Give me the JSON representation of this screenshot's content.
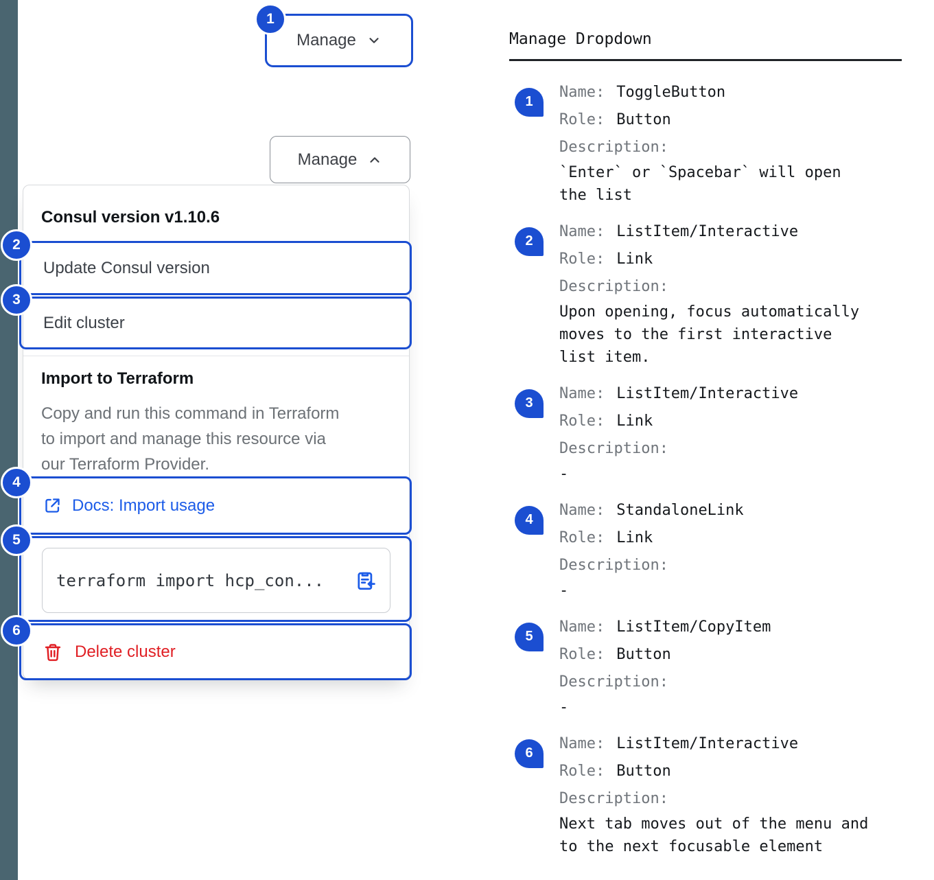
{
  "colors": {
    "accent": "#1b4ed1",
    "link_blue": "#1c5ce8",
    "critical_red": "#e01f24",
    "sidebar_strip": "#4a6570"
  },
  "left": {
    "toggle_closed": {
      "label": "Manage",
      "badge": "1"
    },
    "toggle_open": {
      "label": "Manage"
    },
    "dropdown": {
      "version_title": "Consul version v1.10.6",
      "update_item": {
        "label": "Update Consul version",
        "badge": "2"
      },
      "edit_item": {
        "label": "Edit cluster",
        "badge": "3"
      },
      "import_title": "Import to Terraform",
      "import_description": "Copy and run this command in Terraform to import and manage this resource via our Terraform Provider.",
      "docs_link": {
        "label": "Docs: Import usage",
        "badge": "4",
        "icon": "external-link-icon"
      },
      "copy_snippet": {
        "code": "terraform import hcp_con...",
        "badge": "5",
        "icon": "clipboard-copy-icon"
      },
      "delete_item": {
        "label": "Delete cluster",
        "badge": "6",
        "icon": "trash-icon"
      }
    }
  },
  "right": {
    "title": "Manage Dropdown",
    "labels": {
      "name": "Name:",
      "role": "Role:",
      "description": "Description:"
    },
    "entries": [
      {
        "num": "1",
        "name": "ToggleButton",
        "role": "Button",
        "description": "`Enter` or `Spacebar` will open the list"
      },
      {
        "num": "2",
        "name": "ListItem/Interactive",
        "role": "Link",
        "description": "Upon opening, focus automatically moves to the first interactive list item."
      },
      {
        "num": "3",
        "name": "ListItem/Interactive",
        "role": "Link",
        "description": "-"
      },
      {
        "num": "4",
        "name": "StandaloneLink",
        "role": "Link",
        "description": "-"
      },
      {
        "num": "5",
        "name": "ListItem/CopyItem",
        "role": "Button",
        "description": "-"
      },
      {
        "num": "6",
        "name": "ListItem/Interactive",
        "role": "Button",
        "description": "Next tab moves out of the menu and to the next focusable element"
      }
    ]
  }
}
